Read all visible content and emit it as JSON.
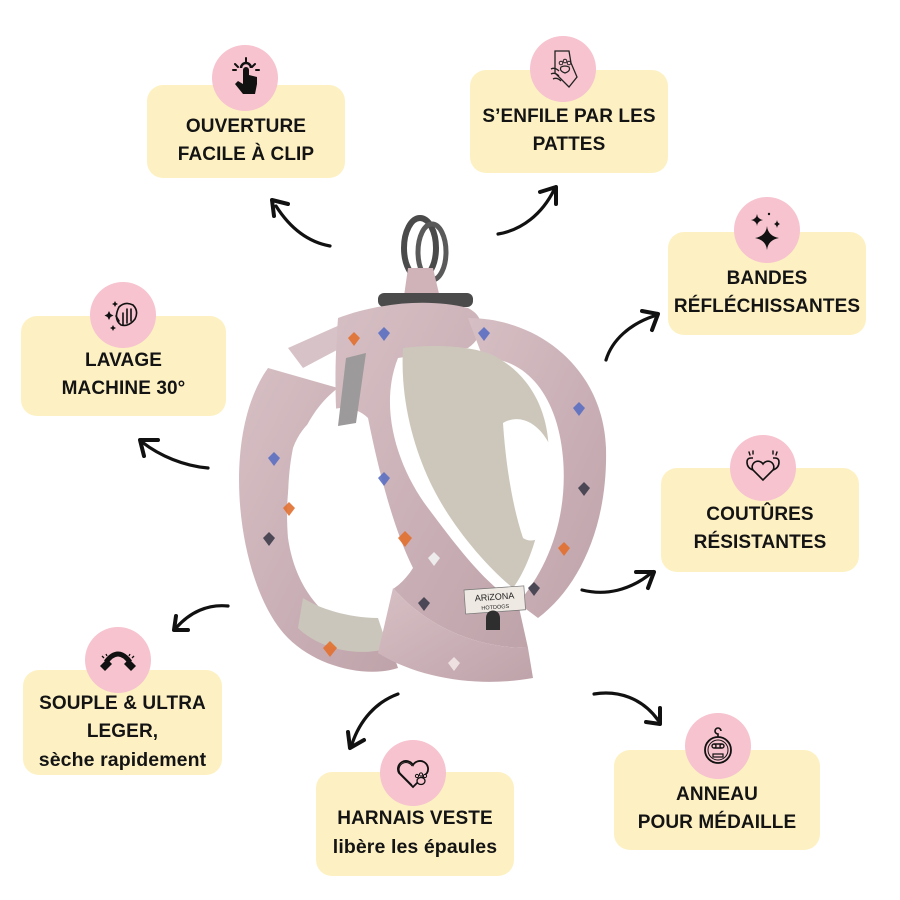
{
  "colors": {
    "card_background": "#fdf1c3",
    "icon_circle": "#f6c3cf",
    "text": "#141414",
    "harness_fabric": "#c9aeb4",
    "harness_lining": "#c8c3b8"
  },
  "product": {
    "name": "Harnais veste chien",
    "brand_label_line1": "ARiZONA",
    "brand_label_line2": "HOTDOGS"
  },
  "features": [
    {
      "id": "clip",
      "icon": "tap-finger-icon",
      "lines": [
        "OUVERTURE",
        "FACILE À CLIP"
      ]
    },
    {
      "id": "paws",
      "icon": "paw-in-hand-icon",
      "lines": [
        "S’ENFILE PAR LES",
        "PATTES"
      ]
    },
    {
      "id": "reflective",
      "icon": "sparkles-icon",
      "lines": [
        "BANDES",
        "RÉFLÉCHISSANTES"
      ]
    },
    {
      "id": "wash",
      "icon": "clean-hand-sparkle-icon",
      "lines": [
        "LAVAGE",
        "MACHINE 30°"
      ]
    },
    {
      "id": "seams",
      "icon": "strong-heart-icon",
      "lines": [
        "COUTÛRES",
        "RÉSISTANTES"
      ]
    },
    {
      "id": "light",
      "icon": "flexible-bend-icon",
      "lines": [
        "SOUPLE & ULTRA",
        "LEGER,",
        "sèche rapidement"
      ]
    },
    {
      "id": "vest",
      "icon": "heart-paw-icon",
      "lines": [
        "HARNAIS VESTE",
        "libère les épaules"
      ]
    },
    {
      "id": "ring",
      "icon": "pet-tag-bone-icon",
      "lines": [
        "ANNEAU",
        "POUR MÉDAILLE"
      ]
    }
  ]
}
